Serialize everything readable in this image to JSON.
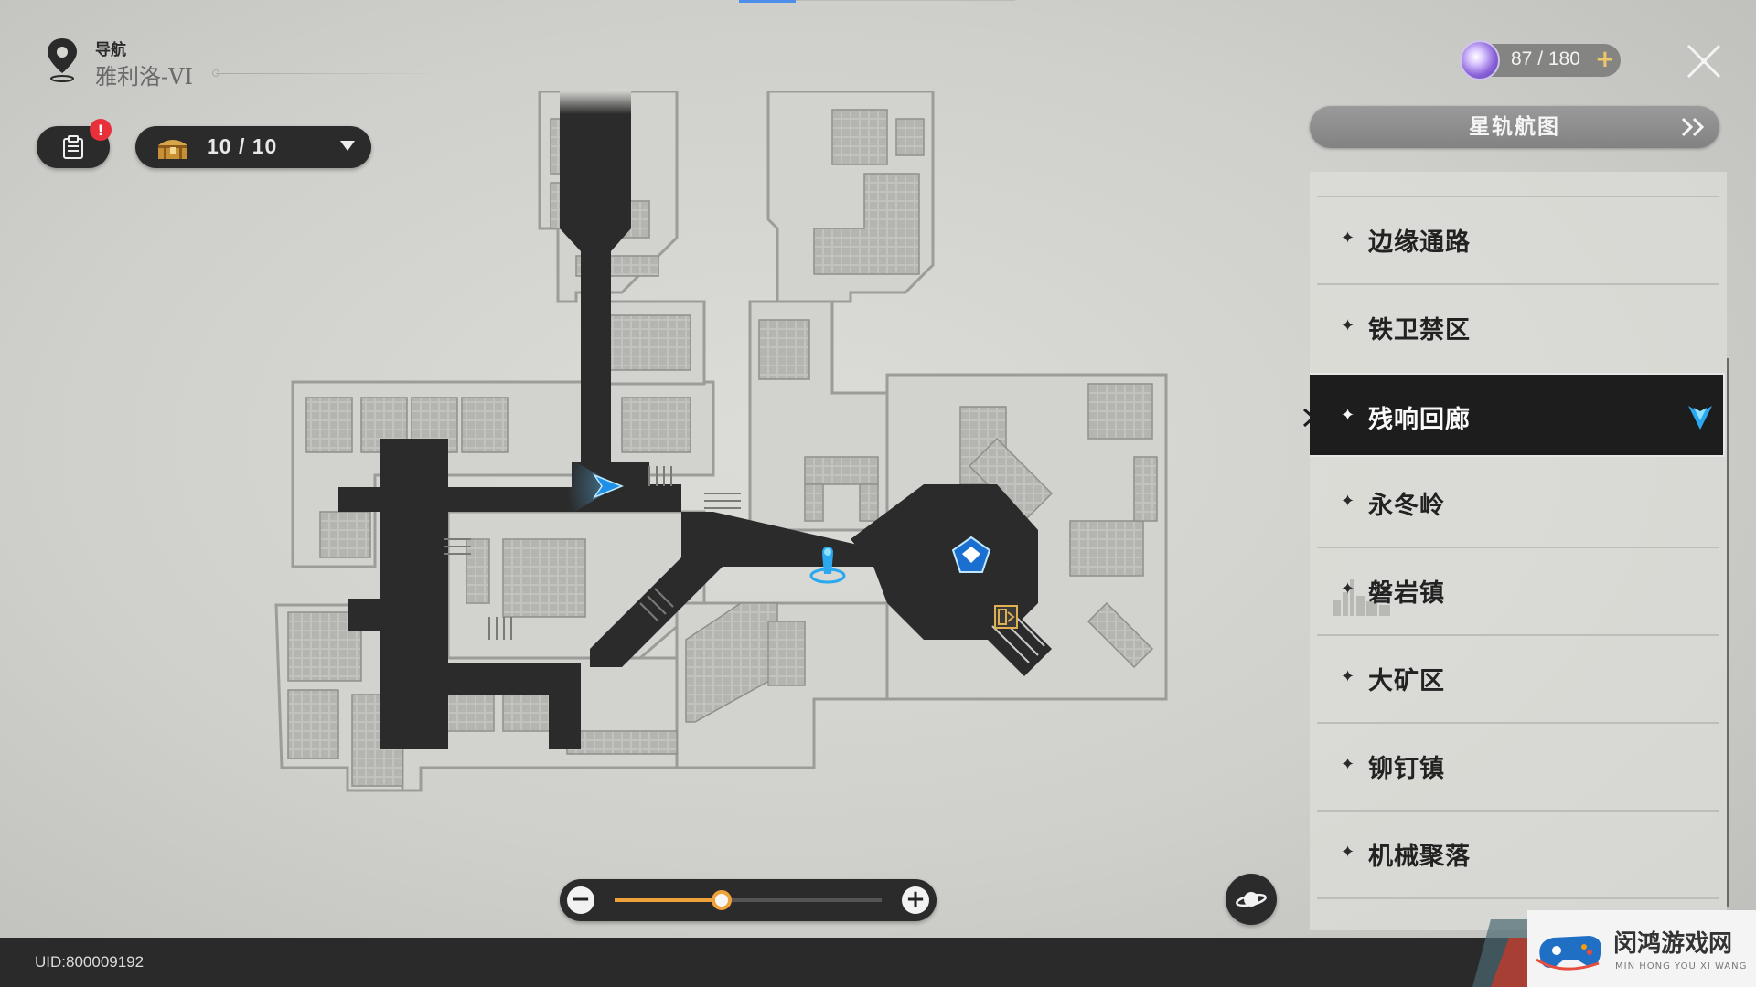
{
  "header": {
    "nav_label": "导航",
    "location": "雅利洛-VI"
  },
  "toolbar": {
    "mission_badge": "!",
    "chest_count": "10 / 10"
  },
  "stamina": {
    "value": "87 / 180",
    "add_label": "+"
  },
  "star_rail": {
    "label": "星轨航图"
  },
  "areas": [
    {
      "label": "边缘通路",
      "selected": false
    },
    {
      "label": "铁卫禁区",
      "selected": false
    },
    {
      "label": "残响回廊",
      "selected": true
    },
    {
      "label": "永冬岭",
      "selected": false
    },
    {
      "label": "磐岩镇",
      "selected": false
    },
    {
      "label": "大矿区",
      "selected": false
    },
    {
      "label": "铆钉镇",
      "selected": false
    },
    {
      "label": "机械聚落",
      "selected": false
    }
  ],
  "zoom": {
    "minus_label": "−",
    "plus_label": "+",
    "level": 0.4
  },
  "footer": {
    "uid": "UID:800009192"
  },
  "watermark": {
    "title": "闵鸿游戏网",
    "subtitle": "MIN HONG YOU XI WANG"
  },
  "colors": {
    "accent_orange": "#f0a23a",
    "accent_blue": "#2aa8f0",
    "badge_red": "#e8303a",
    "gold": "#e0b050"
  },
  "icons": {
    "nav": "map-pin-icon",
    "mission": "clipboard-icon",
    "chest": "treasure-chest-icon",
    "stamina": "trailblaze-power-icon",
    "close": "close-icon",
    "planet": "planet-icon"
  }
}
